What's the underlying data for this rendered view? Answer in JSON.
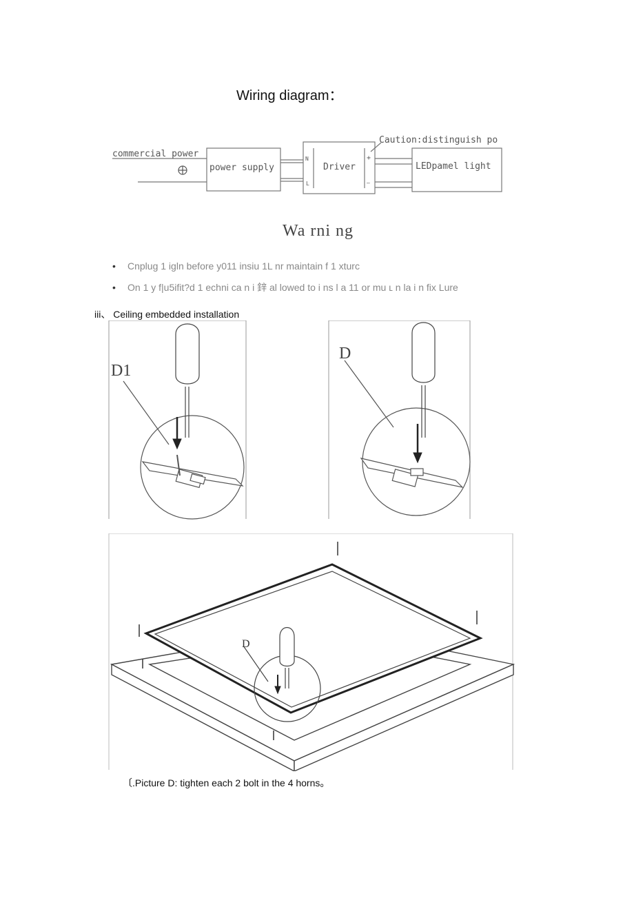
{
  "page": {
    "wiring_title": "Wiring diagram：",
    "wiring": {
      "source_label": "commercial power",
      "power_supply": "power supply",
      "driver": "Driver",
      "driver_n": "N",
      "driver_l": "L",
      "plus": "+",
      "minus": "—",
      "caution": "Caution:distinguish po",
      "led_light": "LEDpamel light",
      "ground_icon": "ground-symbol-icon"
    },
    "warning_title": "Wa rni ng",
    "warnings": [
      "Cnplug 1 igln before y011 insiu 1L nr maintain f 1 xturc",
      "On 1 y f|u5ifit?d 1 echni ca n i 鋅 al lowed to i ns l a 11 or mu ʟ n la i n fix Lure"
    ],
    "section_heading": "iii、 Ceiling embedded installation",
    "figures": {
      "left_label": "D1",
      "right_label": "D",
      "bottom_label": "D",
      "screwdriver_icon": "screwdriver-icon",
      "arrow_icon": "down-arrow-icon"
    },
    "caption": "〔.Picture D: tighten each 2 bolt in the 4 horns。"
  }
}
